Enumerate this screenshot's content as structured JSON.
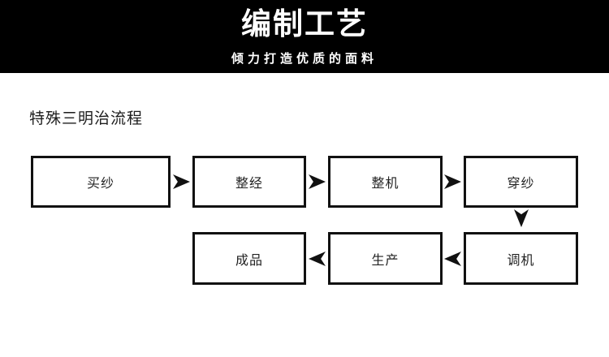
{
  "header": {
    "title": "编制工艺",
    "subtitle": "倾力打造优质的面料",
    "background_color": "#000000",
    "text_color": "#ffffff"
  },
  "section": {
    "title": "特殊三明治流程"
  },
  "flowchart": {
    "connector_color": "#111111",
    "row1": [
      {
        "label": "买纱"
      },
      {
        "label": "整经"
      },
      {
        "label": "整机"
      },
      {
        "label": "穿纱"
      }
    ],
    "row2": [
      {
        "label": "成品"
      },
      {
        "label": "生产"
      },
      {
        "label": "调机"
      }
    ],
    "row1_flow_direction": "left-to-right",
    "row2_flow_direction": "right-to-left",
    "sequence": [
      "买纱",
      "整经",
      "整机",
      "穿纱",
      "调机",
      "生产",
      "成品"
    ]
  }
}
